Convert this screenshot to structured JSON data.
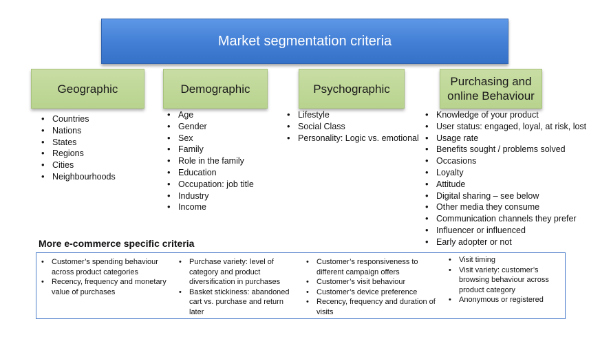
{
  "title": "Market segmentation criteria",
  "categories": [
    {
      "label": "Geographic",
      "items": [
        "Countries",
        "Nations",
        "States",
        "Regions",
        "Cities",
        "Neighbourhoods"
      ]
    },
    {
      "label": "Demographic",
      "items": [
        "Age",
        "Gender",
        "Sex",
        "Family",
        "Role in the family",
        "Education",
        "Occupation: job title",
        "Industry",
        "Income"
      ]
    },
    {
      "label": "Psychographic",
      "items": [
        "Lifestyle",
        "Social Class",
        "Personality: Logic vs. emotional"
      ]
    },
    {
      "label_line1": "Purchasing and",
      "label_line2": "online Behaviour",
      "items": [
        "Knowledge of your product",
        "User status: engaged, loyal, at risk, lost",
        "Usage rate",
        "Benefits sought  / problems solved",
        "Occasions",
        "Loyalty",
        "Attitude",
        "Digital sharing – see below",
        "Other media they consume",
        "Communication channels they prefer",
        "Influencer or influenced",
        "Early adopter or not"
      ]
    }
  ],
  "ecommerce": {
    "heading": "More e-commerce specific criteria",
    "columns": [
      [
        "Customer’s spending behaviour across product categories",
        "Recency, frequency and monetary value of purchases"
      ],
      [
        "Purchase variety: level of category and product diversification in purchases",
        "Basket stickiness: abandoned cart vs. purchase and return later"
      ],
      [
        "Customer’s responsiveness to different campaign offers",
        "Customer’s visit behaviour",
        "Customer’s device preference",
        "Recency, frequency and duration of visits"
      ],
      [
        "Visit timing",
        "Visit variety: customer’s browsing behaviour across product category",
        "Anonymous or registered"
      ]
    ]
  },
  "colors": {
    "title_box": "#4480d6",
    "category_box": "#bdd696",
    "ecommerce_border": "#4f7fcb"
  }
}
